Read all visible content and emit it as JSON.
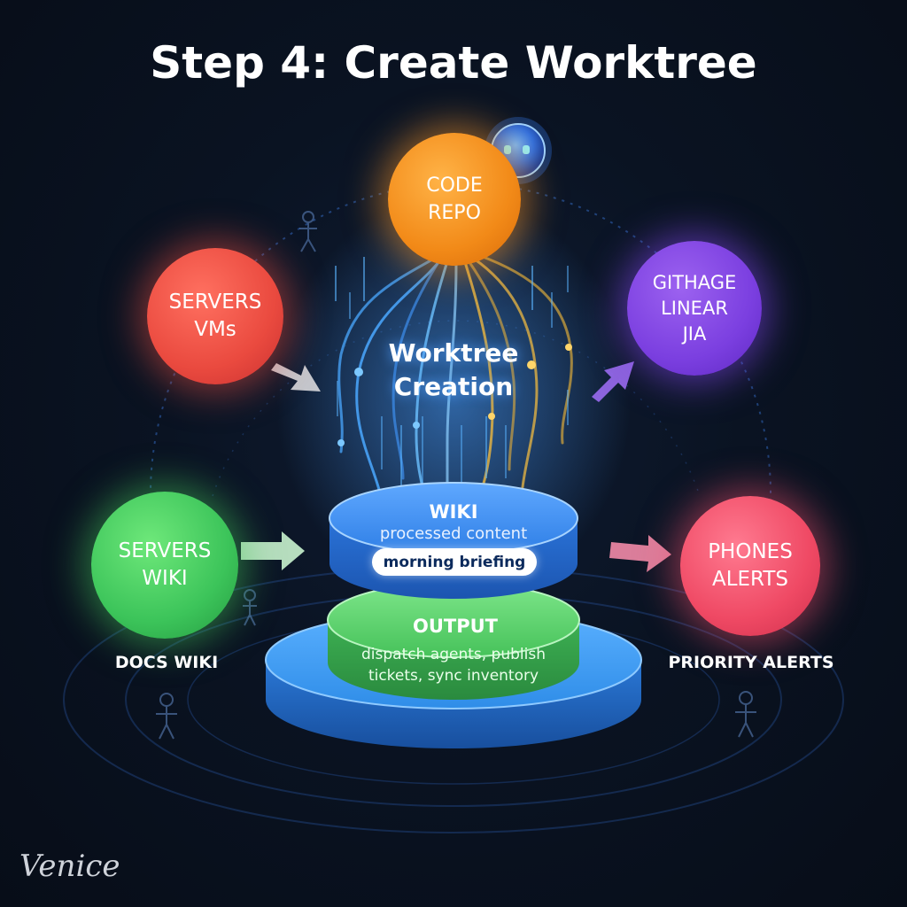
{
  "title": "Step 4: Create Worktree",
  "nodes": {
    "code_repo": [
      "CODE",
      "REPO"
    ],
    "servers_vms": [
      "SERVERS",
      "VMs"
    ],
    "github": [
      "GITHAGE",
      "LINEAR",
      "JIA"
    ],
    "servers_wiki": [
      "SERVERS",
      "WIKI"
    ],
    "phones": [
      "PHONES",
      "ALERTS"
    ]
  },
  "center": [
    "Worktree",
    "Creation"
  ],
  "labels": {
    "docs": "DOCS WIKI",
    "priority": "PRIORITY ALERTS"
  },
  "wiki_disk": {
    "title": "WIKI",
    "subtitle": "processed content",
    "pill": "morning briefing"
  },
  "output_disk": {
    "title": "OUTPUT",
    "line1": "dispatch agents, publish",
    "line2": "tickets, sync inventory"
  },
  "watermark": "Venice",
  "colors": {
    "code": "#f28a18",
    "servers_vms": "#ea4a3f",
    "github": "#7b3fe0",
    "servers_wiki": "#3cc45a",
    "phones": "#ef4964",
    "wiki_disk": "#2f7fe6",
    "output_disk": "#46c25a",
    "base_disk": "#2f8de8"
  }
}
